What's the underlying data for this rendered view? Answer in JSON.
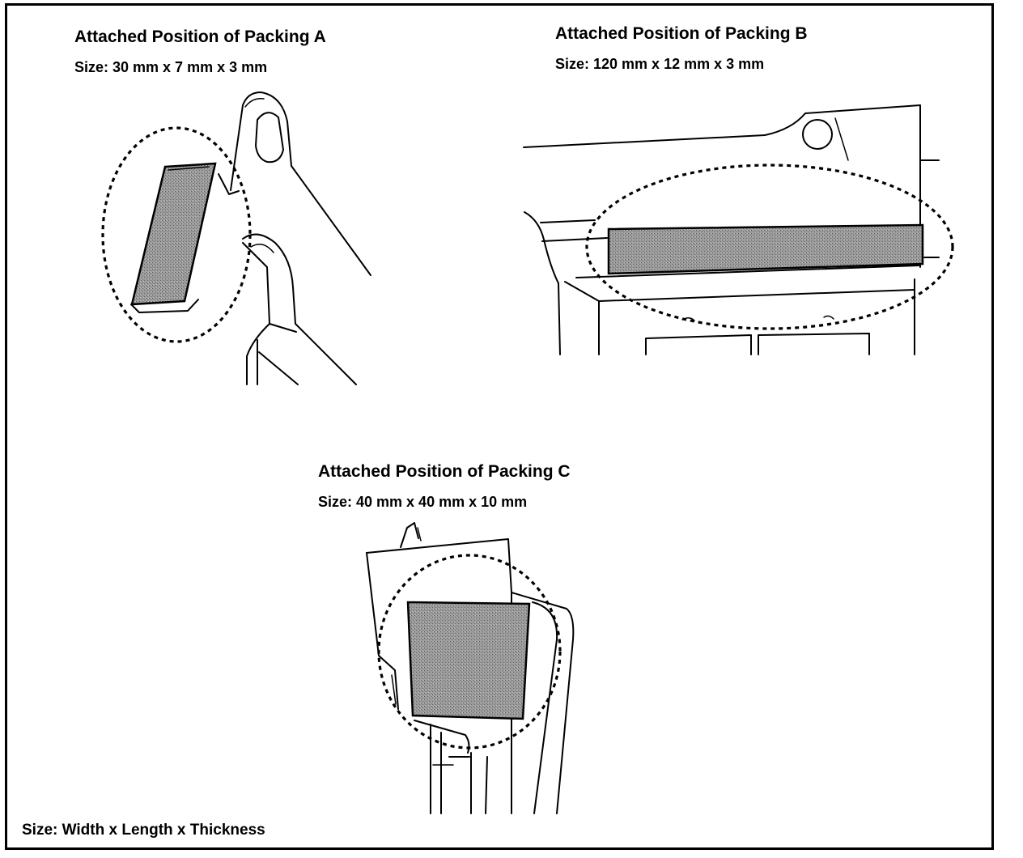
{
  "packing_a": {
    "title": "Attached Position of Packing A",
    "size": "Size: 30 mm x 7 mm x 3 mm"
  },
  "packing_b": {
    "title": "Attached Position of Packing B",
    "size": "Size: 120 mm x 12 mm x 3 mm"
  },
  "packing_c": {
    "title": "Attached Position of Packing C",
    "size": "Size: 40 mm x 40 mm x 10 mm"
  },
  "footnote": "Size: Width x Length x Thickness",
  "colors": {
    "line": "#000000",
    "packing_fill": "#8c8c8c",
    "background": "#ffffff"
  }
}
